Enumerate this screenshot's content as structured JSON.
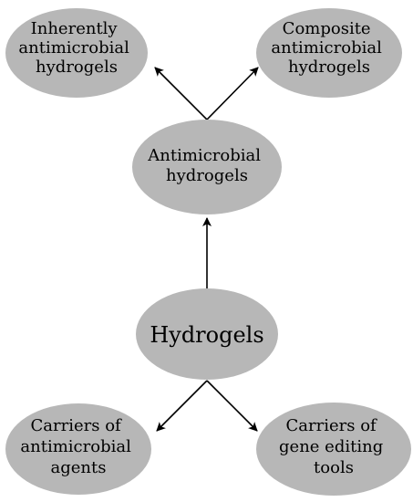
{
  "nodes": {
    "inherently": {
      "lines": [
        "Inherently",
        "antimicrobial",
        "hydrogels"
      ]
    },
    "composite": {
      "lines": [
        "Composite",
        "antimicrobial",
        "hydrogels"
      ]
    },
    "antimicrobial": {
      "lines": [
        "Antimicrobial",
        "hydrogels"
      ]
    },
    "hydrogels": {
      "lines": [
        "Hydrogels"
      ]
    },
    "carriers_agents": {
      "lines": [
        "Carriers of",
        "antimicrobial",
        "agents"
      ]
    },
    "carriers_gene": {
      "lines": [
        "Carriers of",
        "gene editing",
        "tools"
      ]
    }
  },
  "colors": {
    "node_fill": "#b7b7b7",
    "edge": "#000000"
  }
}
